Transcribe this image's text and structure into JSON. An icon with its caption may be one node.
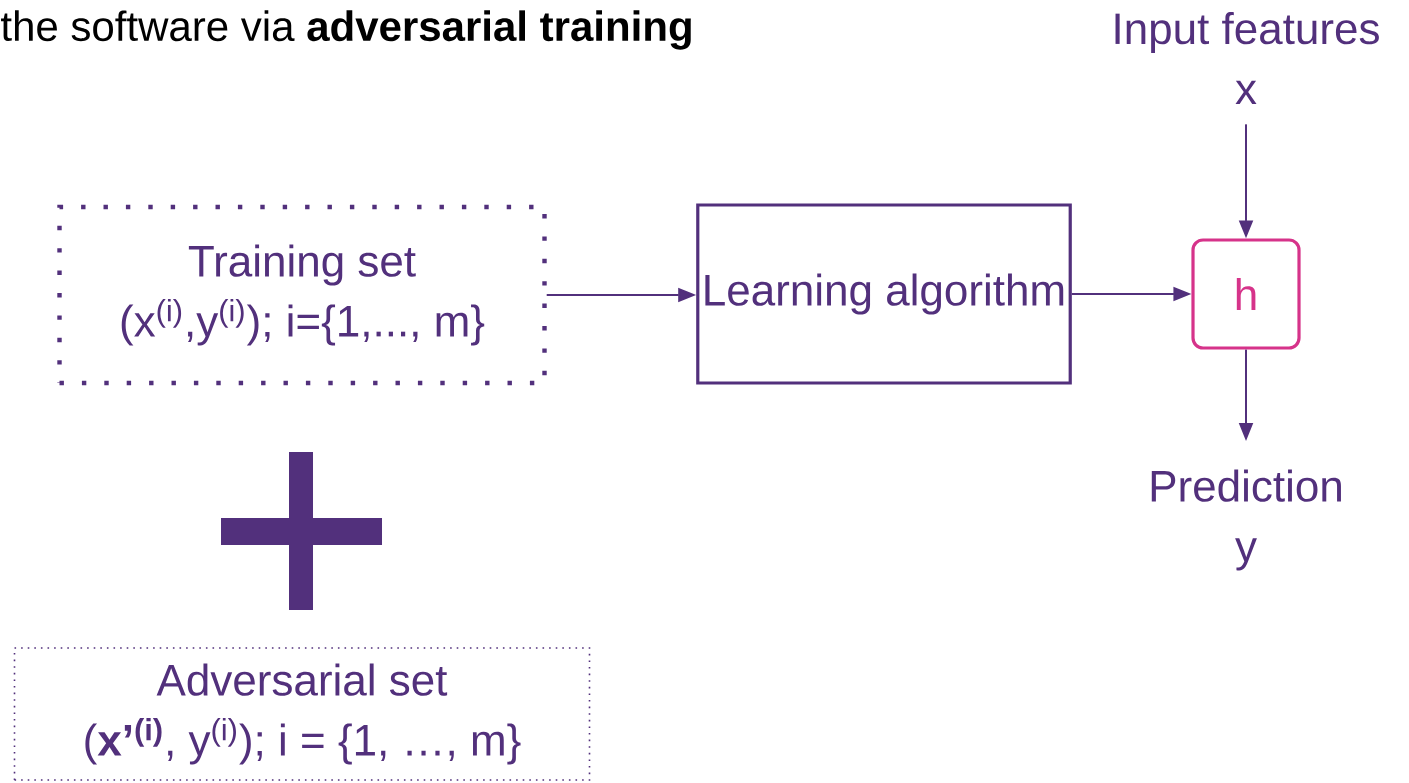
{
  "diagram": {
    "title": "the software via **adversarial training**",
    "nodes": [
      {
        "text": [
          "Training set",
          "(x$^{(i)}$,y$^{(i)}$); i={1,..., m}"
        ]
      },
      {
        "text": [
          "Learning algorithm"
        ]
      },
      {
        "text": [
          "h"
        ]
      },
      {
        "text": [
          "Input features",
          "x"
        ]
      },
      {
        "text": [
          "Prediction",
          "y"
        ]
      },
      {
        "text": [
          "Adversarial set",
          "(**x’$^{(i)}$**, y$^{(i)}$); i = {1, …, m}"
        ]
      }
    ],
    "edges": [
      {
        "from": 0,
        "to": 1,
        "arrow": "to"
      },
      {
        "from": 1,
        "to": 2,
        "arrow": "to"
      },
      {
        "from": 3,
        "to": 2,
        "arrow": "to"
      },
      {
        "from": 2,
        "to": 4,
        "arrow": "to"
      }
    ]
  }
}
